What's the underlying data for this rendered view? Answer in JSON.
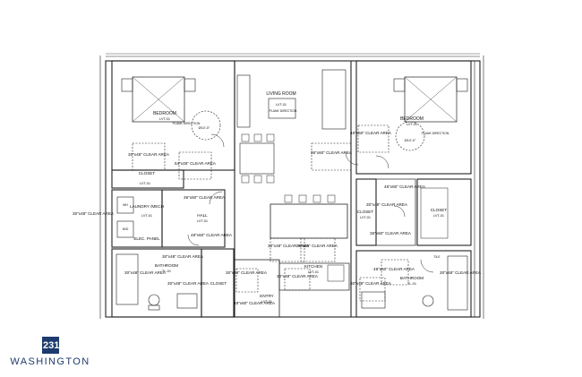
{
  "plan": {
    "left_unit": {
      "bedroom": "BEDROOM",
      "bedroom_tag": "LVT-01",
      "plank_direction": "PLANK DIRECTION",
      "bedroom_ceiling": "Ø10'-0\"",
      "clear_30x48": "30\"x48\" CLEAR AREA",
      "clear_54x48": "54\"x48\" CLEAR AREA",
      "closet": "CLOSET",
      "closet_tag": "LVT-01",
      "laundry": "LAUNDRY /MECH",
      "laundry_tag": "LVT-01",
      "wh": "WH",
      "wd": "W/D",
      "elec_panel": "ELEC. PANEL",
      "hall": "HALL",
      "hall_tag": "LVT-01",
      "hall_clear": "36\"x60\" CLEAR AREA",
      "hall_clear2": "48\"x60\" CLEAR AREA",
      "side_clear": "30\"x48\" CLEAR AREA",
      "bath": "BATHROOM",
      "bath_tag": "TL-01",
      "bath_clear1": "30\"x48\" CLEAR AREA",
      "bath_clear2": "30\"x48\" CLEAR AREA",
      "bath_clear3": "30\"x48\" CLEAR AREA",
      "closet2": "CLOSET"
    },
    "center": {
      "living": "LIVING ROOM",
      "living_tag": "LVT-01",
      "plank_direction": "PLANK DIRECTION",
      "dining_clear": "36\"x60\" CLEAR AREA",
      "kitchen_clear1": "30\"x48\" CLEAR AREA",
      "kitchen_clear2": "30\"x48\" CLEAR AREA",
      "kitchen": "KITCHEN",
      "kitchen_tag": "LVT-01",
      "entry_clear": "30\"x48\" CLEAR AREA",
      "entry_clear2": "30\"x48\" CLEAR AREA",
      "entry": "ENTRY",
      "entry_tag": "LVT-01",
      "entry_clear3": "48\"x60\" CLEAR AREA"
    },
    "right_unit": {
      "bedroom": "BEDROOM",
      "bedroom_tag": "LVT-01",
      "plank_direction": "PLANK DIRECTION",
      "bedroom_ceiling": "Ø10'-0\"",
      "bed_clear": "48\"x60\" CLEAR AREA",
      "closet1": "CLOSET",
      "closet1_tag": "LVT-01",
      "closet_clear": "30\"x48\" CLEAR AREA",
      "closet_clear2": "48\"x60\" CLEAR AREA",
      "closet2": "CLOSET",
      "closet2_tag": "LVT-01",
      "hall_clear": "36\"x60\" CLEAR AREA",
      "bath": "BATHROOM",
      "bath_tag": "TL-01",
      "bath_clear1": "48\"x60\" CLEAR AREA",
      "bath_clear2": "30\"x48\" CLEAR AREA",
      "bath_clear3": "30\"x48\" CLEAR AREA",
      "tile": "TILE"
    }
  },
  "logo": {
    "number": "231",
    "name": "WASHINGTON"
  },
  "colors": {
    "line": "#222222",
    "brand": "#1d3b6e"
  }
}
